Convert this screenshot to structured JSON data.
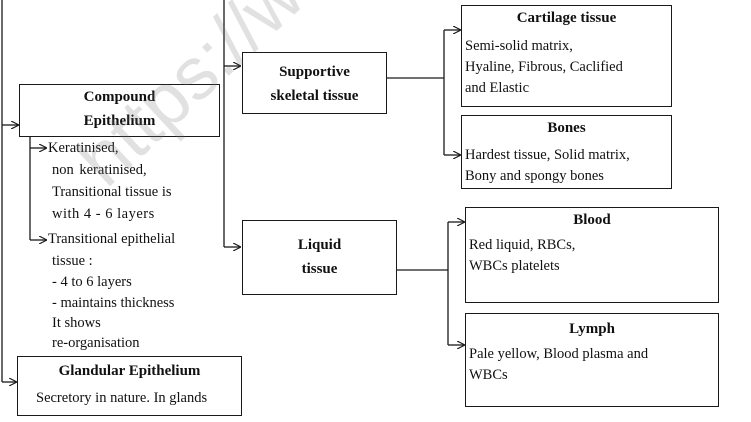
{
  "watermark": "https://www",
  "compound": {
    "title_line1": "Compound",
    "title_line2": "Epithelium",
    "items": [
      "Keratinised,",
      "non     keratinised,",
      "Transitional tissue is",
      "with  4  -  6  layers",
      "Transitional epithelial",
      "tissue :",
      "- 4 to  6 layers",
      "- maintains thickness",
      "It shows",
      "re-organisation"
    ]
  },
  "glandular": {
    "title": "Glandular Epithelium",
    "desc": "Secretory in nature. In glands"
  },
  "supportive": {
    "line1": "Supportive",
    "line2": "skeletal tissue"
  },
  "liquid": {
    "line1": "Liquid",
    "line2": "tissue"
  },
  "cartilage": {
    "title": "Cartilage tissue",
    "lines": [
      "Semi-solid matrix,",
      "Hyaline, Fibrous, Caclified",
      "and Elastic"
    ]
  },
  "bones": {
    "title": "Bones",
    "lines": [
      "Hardest tissue, Solid matrix,",
      "Bony and spongy bones"
    ]
  },
  "blood": {
    "title": "Blood",
    "lines": [
      "Red liquid, RBCs,",
      "WBCs platelets"
    ]
  },
  "lymph": {
    "title": "Lymph",
    "lines": [
      "Pale yellow, Blood plasma and",
      "WBCs"
    ]
  }
}
